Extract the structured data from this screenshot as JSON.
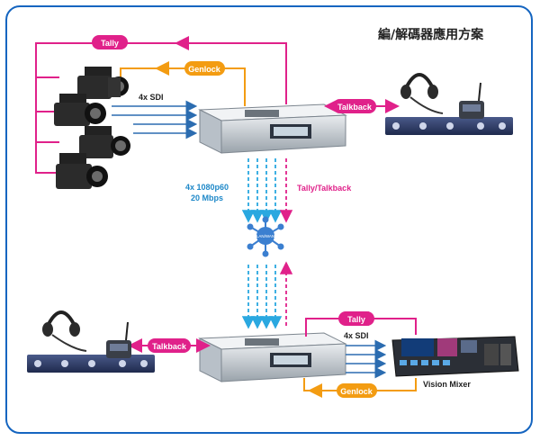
{
  "title": "編/解碼器應用方案",
  "labels": {
    "tally_top": "Tally",
    "genlock_top": "Genlock",
    "talkback_top": "Talkback",
    "sdi_top": "4x SDI",
    "stream": "4x 1080p60",
    "bitrate": "20 Mbps",
    "tally_talkback": "Tally/Talkback",
    "network": "LAN/WAN",
    "talkback_bottom": "Talkback",
    "tally_bottom": "Tally",
    "sdi_bottom": "4x SDI",
    "genlock_bottom": "Genlock",
    "vision_mixer": "Vision Mixer"
  },
  "colors": {
    "tally": "#e0218a",
    "genlock": "#f39c12",
    "sdi": "#2b6cb0",
    "stream": "#2aa8e0",
    "border": "#1565c0"
  }
}
